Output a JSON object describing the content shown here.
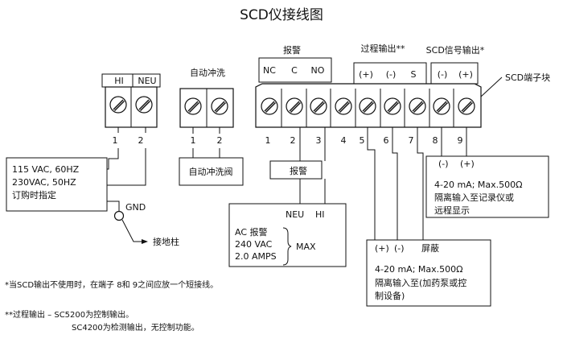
{
  "title": "SCD仪接线图",
  "left_block": {
    "hi": "HI",
    "neu": "NEU",
    "num1": "1",
    "num2": "2"
  },
  "power_box": {
    "line1": "115 VAC, 60HZ",
    "line2": "230VAC, 50HZ",
    "line3": "订购时指定"
  },
  "gnd_label": "GND",
  "ground_post": "接地柱",
  "flush_block": {
    "title": "自动冲洗",
    "num1": "1",
    "num2": "2",
    "valve": "自动冲洗阀"
  },
  "main_block": {
    "alarm_header": "报警",
    "process_header": "过程输出**",
    "scd_header": "SCD信号输出*",
    "nc": "NC",
    "c": "C",
    "no": "NO",
    "p_plus": "(+)",
    "p_minus": "(-)",
    "s": "S",
    "s_minus": "(-)",
    "s_plus": "(+)",
    "terminal_label": "SCD端子块",
    "nums": [
      "1",
      "2",
      "3",
      "4",
      "5",
      "6",
      "7",
      "8",
      "9"
    ]
  },
  "alarm_box": "报警",
  "ac_box": {
    "neu": "NEU",
    "hi": "HI",
    "line1": "AC 报警",
    "line2": "240 VAC",
    "line3": "2.0 AMPS",
    "max": "MAX"
  },
  "scd_out_box": {
    "minus": "(-)",
    "plus": "(+)",
    "line1": "4-20 mA; Max.500Ω",
    "line2": "隔离输入至记录仪或",
    "line3": "远程显示"
  },
  "process_box": {
    "plus": "(+)",
    "minus": "(-)",
    "shield": "屏蔽",
    "line1": "4-20 mA; Max.500Ω",
    "line2": "隔离输入至(加药泵或控",
    "line3": "制设备)"
  },
  "notes": {
    "note1": "*当SCD输出不使用时，在端子 8和 9之间应放一个短接线。",
    "note2": "**过程输出 – SC5200为控制输出。",
    "note3": "SC4200为检测输出，无控制功能。"
  }
}
